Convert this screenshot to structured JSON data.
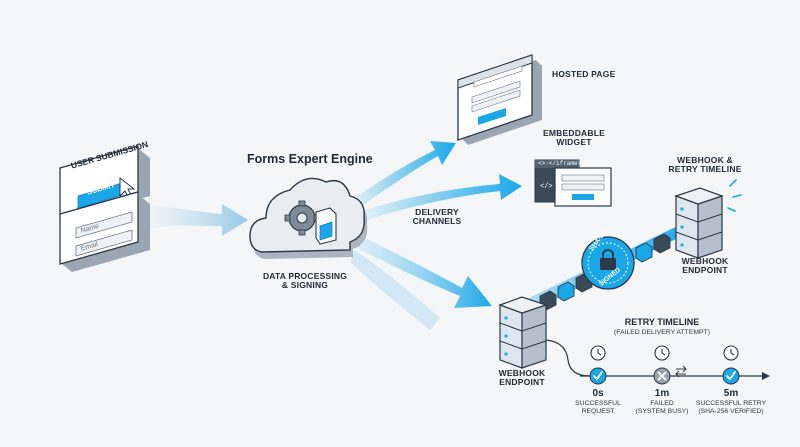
{
  "engine": {
    "title": "Forms Expert Engine",
    "processing_line1": "DATA PROCESSING",
    "processing_line2": "& SIGNING"
  },
  "submission": {
    "banner": "USER SUBMISSION",
    "button": "SUBMIT",
    "name_placeholder": "Name",
    "email_placeholder": "Email"
  },
  "channels": {
    "heading_line1": "DELIVERY",
    "heading_line2": "CHANNELS",
    "hosted_page": "HOSTED PAGE",
    "widget_line1": "EMBEDDABLE",
    "widget_line2": "WIDGET",
    "iframe_code": "<>·</iframe>",
    "widget_code": "</>"
  },
  "webhook": {
    "timeline_label_line1": "WEBHOOK &",
    "timeline_label_line2": "RETRY TIMELINE",
    "endpoint_right_line1": "WEBHOOK",
    "endpoint_right_line2": "ENDPOINT",
    "endpoint_left_line1": "WEBHOOK",
    "endpoint_left_line2": "ENDPOINT",
    "seal_top": "SHA-256",
    "seal_bottom": "SIGNED"
  },
  "retry": {
    "title": "RETRY TIMELINE",
    "subtitle": "(FAILED DELIVERY ATTEMPT)",
    "events": [
      {
        "time": "0s",
        "line1": "SUCCESSFUL",
        "line2": "REQUEST",
        "status": "success"
      },
      {
        "time": "1m",
        "line1": "FAILED",
        "line2": "(SYSTEM BUSY)",
        "status": "failed"
      },
      {
        "time": "5m",
        "line1": "SUCCESSFUL RETRY",
        "line2": "(SHA-256 VERIFIED)",
        "status": "success"
      }
    ]
  },
  "colors": {
    "accent": "#1aa7e8",
    "accent_dark": "#0b7fc2",
    "outline": "#2c3a47",
    "server_face": "#dfe6ee",
    "cloud": "#e8edf2",
    "failed": "#9aa4ae",
    "background": "#f4f6f8"
  }
}
